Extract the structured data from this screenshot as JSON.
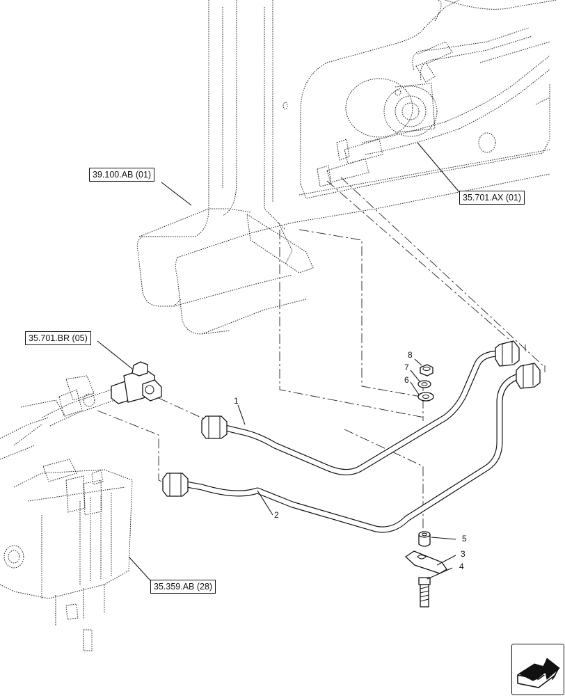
{
  "references": {
    "frame": "39.100.AB (01)",
    "motor_hoses": "35.701.AX (01)",
    "fitting": "35.701.BR (05)",
    "control_valve": "35.359.AB (28)"
  },
  "callouts": [
    "1",
    "2",
    "3",
    "4",
    "5",
    "6",
    "7",
    "8"
  ],
  "icons": {
    "navigation": "next-page-arrow-icon"
  }
}
